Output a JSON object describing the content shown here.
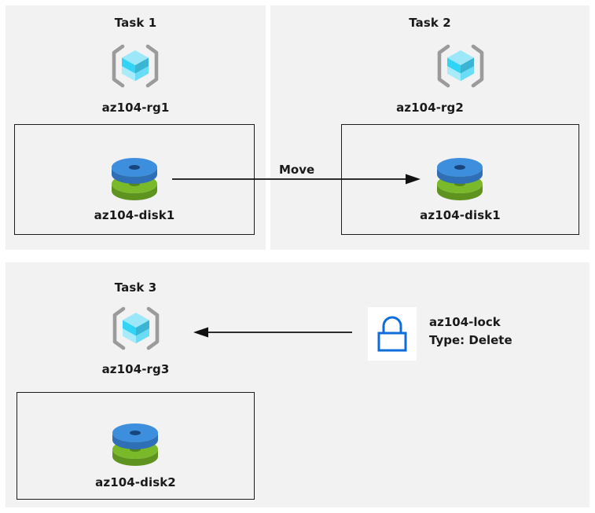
{
  "diagram": {
    "background_color": "#ffffff",
    "panel_color": "#f2f2f2",
    "stroke_color": "#1c1c1c",
    "text_color": "#1a1a1a",
    "icon_colors": {
      "cube_light": "#8fe3f9",
      "cube_mid": "#32d4f5",
      "cube_dark": "#3aa7c4",
      "bracket_gray": "#9b9b9b",
      "disk_blue": "#3e8ede",
      "disk_blue_dark": "#2f6fb5",
      "disk_green": "#7ab929",
      "disk_green_dark": "#5e9320",
      "lock_blue": "#0f6cdb"
    }
  },
  "tasks": [
    {
      "title": "Task 1",
      "resource_group": {
        "label": "az104-rg1",
        "icon": "resource-group-icon"
      },
      "resource": {
        "label": "az104-disk1",
        "icon": "managed-disk-icon"
      }
    },
    {
      "title": "Task 2",
      "resource_group": {
        "label": "az104-rg2",
        "icon": "resource-group-icon"
      },
      "resource": {
        "label": "az104-disk1",
        "icon": "managed-disk-icon"
      }
    },
    {
      "title": "Task 3",
      "resource_group": {
        "label": "az104-rg3",
        "icon": "resource-group-icon"
      },
      "resource": {
        "label": "az104-disk2",
        "icon": "managed-disk-icon"
      }
    }
  ],
  "connectors": {
    "move": {
      "label": "Move",
      "direction": "right"
    },
    "lock_apply": {
      "label": "",
      "direction": "left"
    }
  },
  "lock": {
    "icon": "lock-icon",
    "name": "az104-lock",
    "type": "Type: Delete"
  }
}
